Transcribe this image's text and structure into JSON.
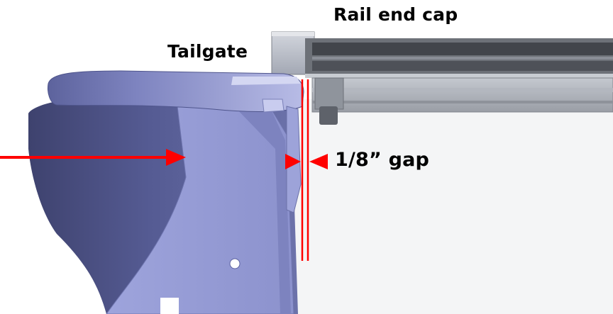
{
  "labels": {
    "rail_end_cap": "Rail end cap",
    "tailgate": "Tailgate",
    "gap": "1/8” gap"
  },
  "colors": {
    "background": "#ffffff",
    "arrow_red": "#ff0000",
    "tailgate_blue": "#5c63a3",
    "rail_gray": "#a9adb3"
  }
}
